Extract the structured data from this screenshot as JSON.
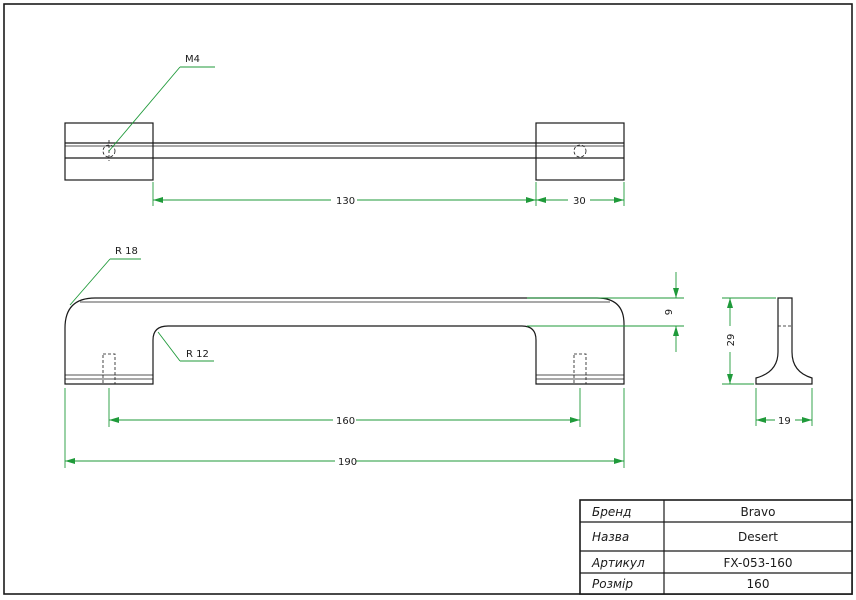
{
  "dimensions": {
    "thread": "M4",
    "top_length": "130",
    "top_end": "30",
    "radius_outer": "R 18",
    "radius_inner": "R 12",
    "thickness": "9",
    "hole_spacing": "160",
    "overall_length": "190",
    "height": "29",
    "width": "19"
  },
  "title_block": {
    "rows": [
      {
        "label": "Бренд",
        "value": "Bravo"
      },
      {
        "label": "Назва",
        "value": "Desert"
      },
      {
        "label": "Артикул",
        "value": "FX-053-160"
      },
      {
        "label": "Розмір",
        "value": "160"
      }
    ]
  },
  "colors": {
    "dimension": "#1f9a3a",
    "outline": "#1a1a1a"
  }
}
